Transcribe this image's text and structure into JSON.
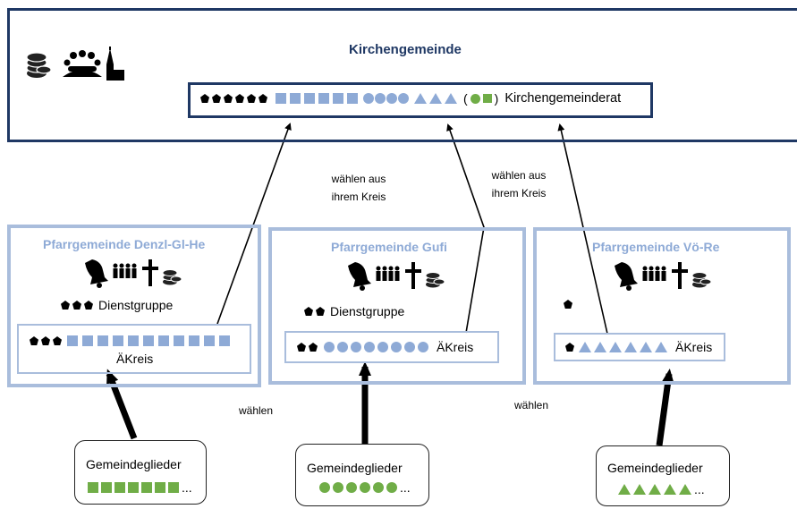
{
  "colors": {
    "dark_blue": "#1f3864",
    "light_blue": "#8eaad6",
    "shape_blue": "#8eaad6",
    "green": "#70ad47",
    "box_border": "#a9bddc"
  },
  "header": {
    "title": "Kirchengemeinde",
    "icons": [
      "coins-icon",
      "community-icon",
      "church-icon"
    ],
    "council": {
      "label": "Kirchengemeinderat",
      "pentagons": 6,
      "squares": 6,
      "circles": 4,
      "triangles": 3,
      "paren_open": "(",
      "paren_close": ")"
    }
  },
  "notes": {
    "choose_from_circle_1": "wählen aus ihrem Kreis",
    "choose_from_circle_1_line1": "wählen aus",
    "choose_from_circle_1_line2": "ihrem Kreis",
    "choose_from_circle_2_line1": "wählen aus",
    "choose_from_circle_2_line2": "ihrem Kreis",
    "elect_left": "wählen",
    "elect_right": "wählen"
  },
  "parishes": [
    {
      "title": "Pfarrgemeinde Denzl-Gl-He",
      "icons": [
        "bell-icon",
        "people-icon",
        "cross-icon",
        "coins-icon"
      ],
      "service_pentagons": 3,
      "service_label": "Dienstgruppe",
      "circle_pentagons": 3,
      "circle_shapes": 11,
      "circle_shape": "square",
      "circle_label": "ÄKreis",
      "members_label": "Gemeindeglieder",
      "member_shapes": 7,
      "member_shape": "square",
      "ellipsis": "..."
    },
    {
      "title": "Pfarrgemeinde Gufi",
      "icons": [
        "bell-icon",
        "people-icon",
        "cross-icon",
        "coins-icon"
      ],
      "service_pentagons": 2,
      "service_label": "Dienstgruppe",
      "circle_pentagons": 2,
      "circle_shapes": 8,
      "circle_shape": "circle",
      "circle_label": "ÄKreis",
      "members_label": "Gemeindeglieder",
      "member_shapes": 6,
      "member_shape": "circle",
      "ellipsis": "..."
    },
    {
      "title": "Pfarrgemeinde Vö-Re",
      "icons": [
        "bell-icon",
        "people-icon",
        "cross-icon",
        "coins-icon"
      ],
      "service_pentagons": 1,
      "service_label": "",
      "circle_pentagons": 1,
      "circle_shapes": 6,
      "circle_shape": "triangle",
      "circle_label": "ÄKreis",
      "members_label": "Gemeindeglieder",
      "member_shapes": 5,
      "member_shape": "triangle",
      "ellipsis": "..."
    }
  ]
}
